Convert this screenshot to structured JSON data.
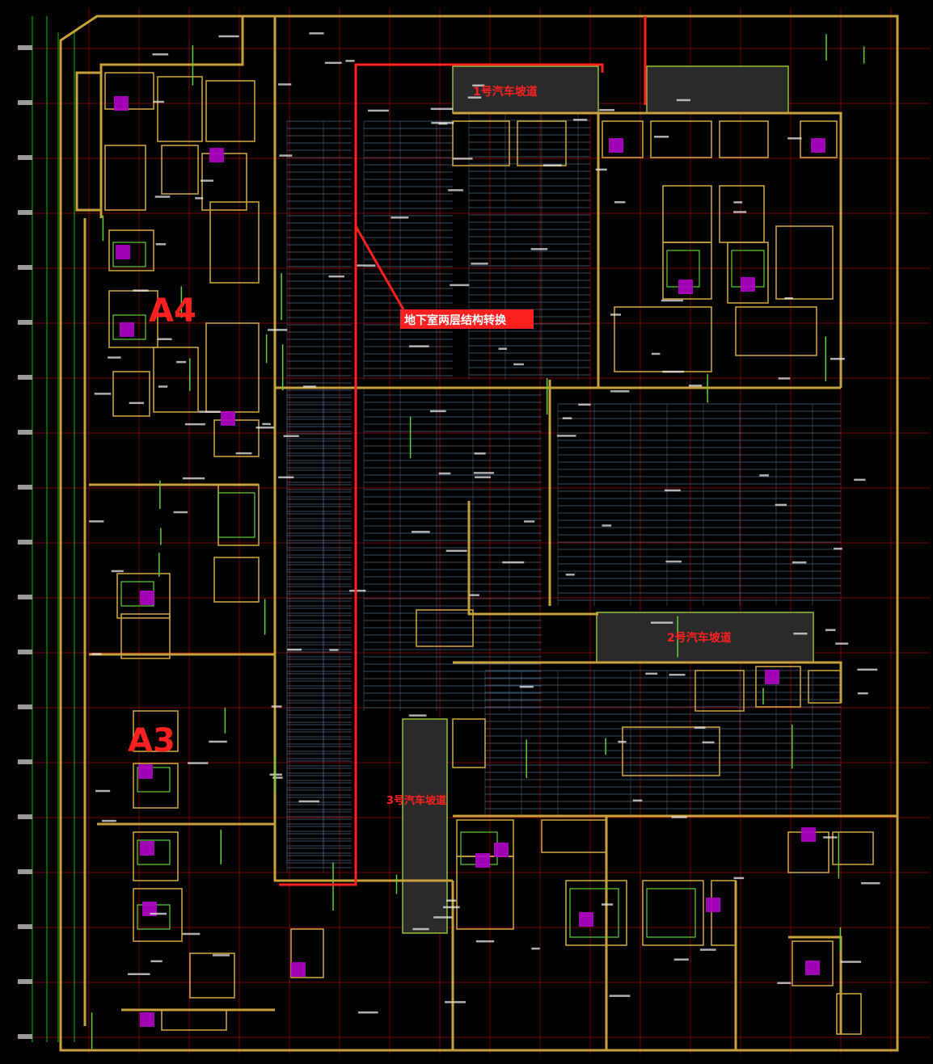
{
  "drawing": {
    "zone_labels": {
      "a4": "A4",
      "a3": "A3"
    },
    "callouts": {
      "main_ramp": "地下室两层结构转换",
      "hall_1": "1号汽车坡道",
      "hall_2": "2号汽车坡道",
      "hall_3": "3号汽车坡道"
    },
    "colors": {
      "background": "#000000",
      "wall": "#c8a03c",
      "grid_red": "#7a0000",
      "grid_green": "#00a000",
      "parking": "#4a6a8a",
      "core": "#b000c8",
      "highlight": "#ff2020",
      "annotation": "#e8e8e8",
      "ramp_fill": "#303030"
    }
  }
}
